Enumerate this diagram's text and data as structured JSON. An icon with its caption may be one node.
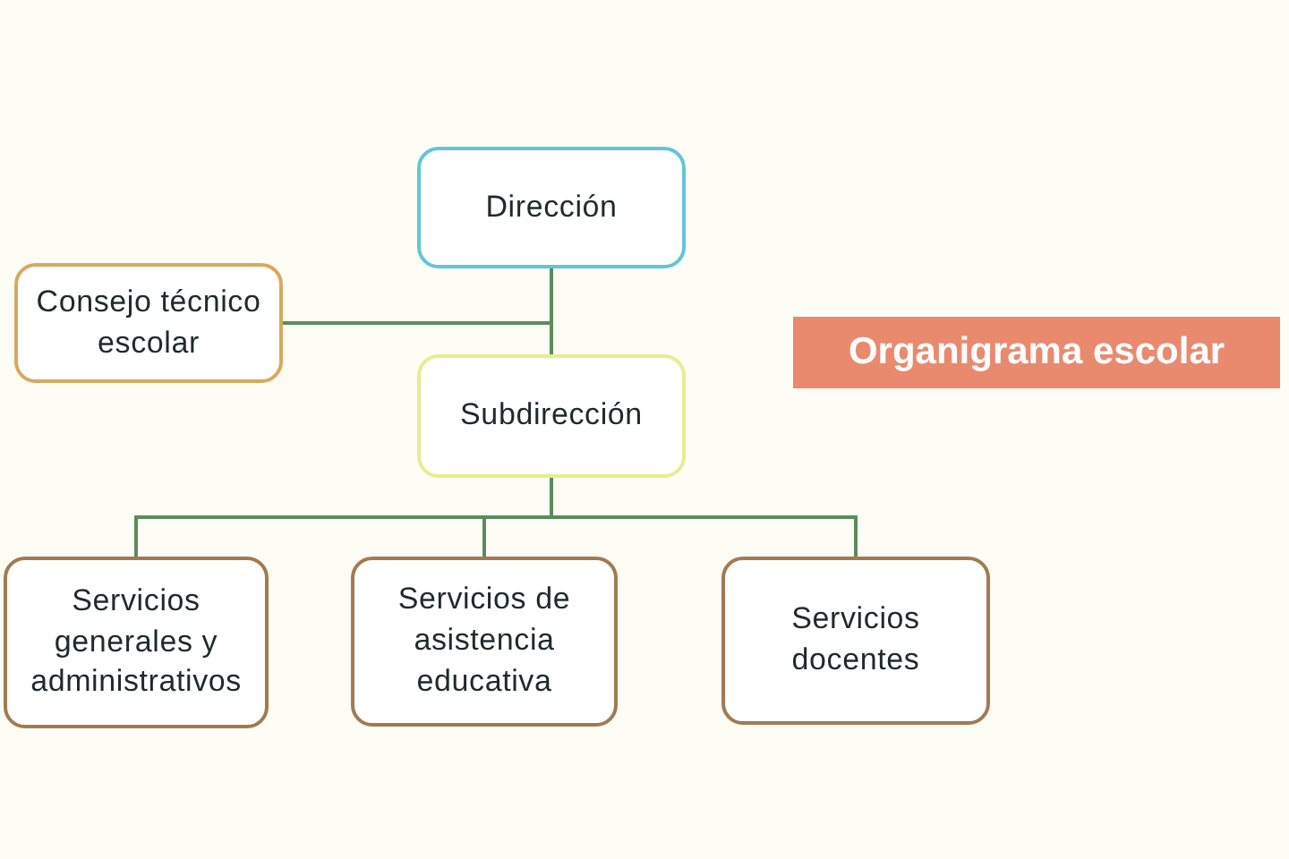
{
  "diagram": {
    "title": "Organigrama escolar",
    "nodes": [
      {
        "text": [
          "Dirección"
        ]
      },
      {
        "text": [
          "Consejo técnico escolar"
        ]
      },
      {
        "text": [
          "Subdirección"
        ]
      },
      {
        "text": [
          "Servicios generales y administrativos"
        ]
      },
      {
        "text": [
          "Servicios de asistencia educativa"
        ]
      },
      {
        "text": [
          "Servicios docentes"
        ]
      }
    ],
    "edges": [
      {
        "from": 0,
        "to": 2,
        "arrow": "none"
      },
      {
        "from": 0,
        "to": 1,
        "arrow": "none"
      },
      {
        "from": 2,
        "to": 3,
        "arrow": "none"
      },
      {
        "from": 2,
        "to": 4,
        "arrow": "none"
      },
      {
        "from": 2,
        "to": 5,
        "arrow": "none"
      }
    ]
  }
}
